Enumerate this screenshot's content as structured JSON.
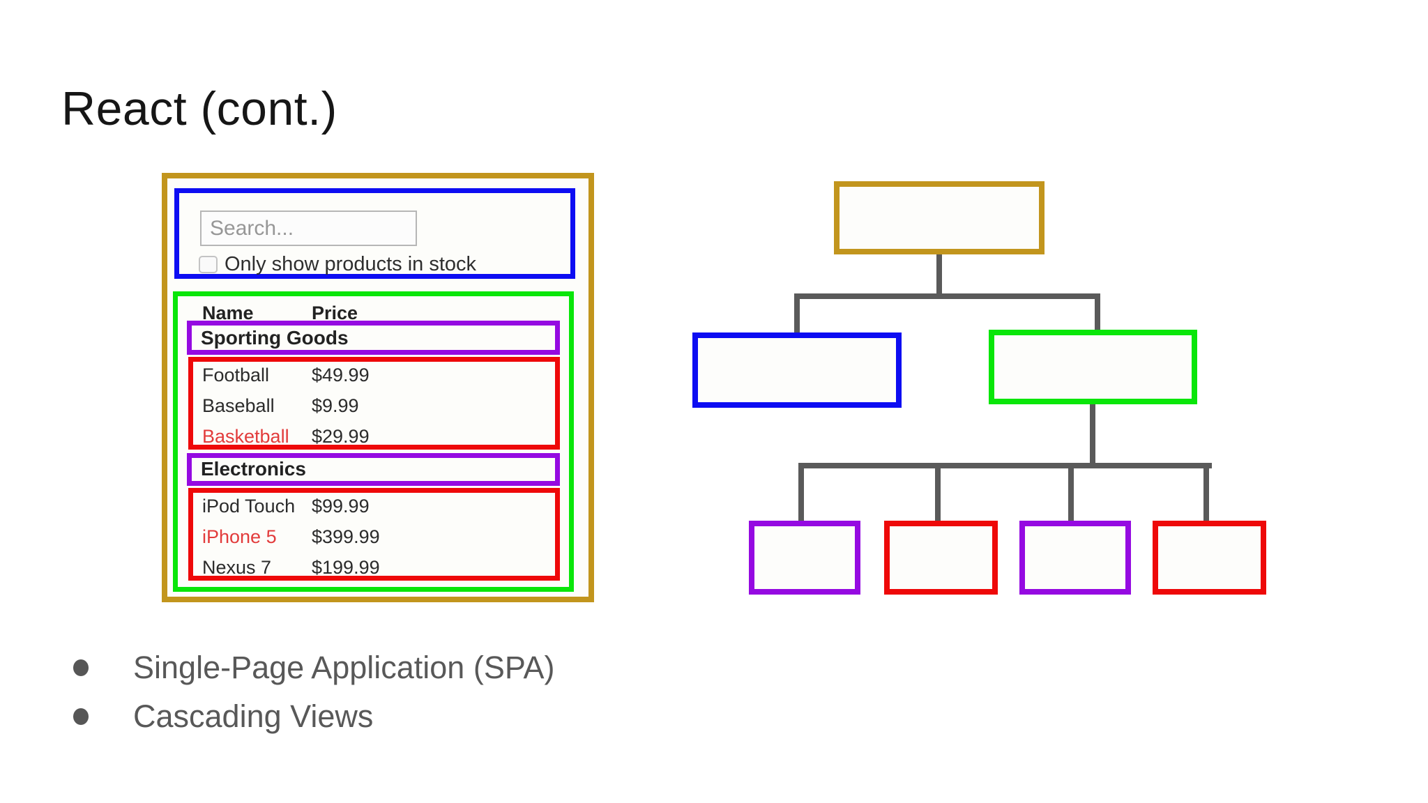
{
  "slide": {
    "title": "React (cont.)",
    "bullets": [
      "Single-Page Application (SPA)",
      "Cascading Views"
    ]
  },
  "mockup": {
    "search": {
      "placeholder": "Search...",
      "checkbox_checked": false,
      "checkbox_label": "Only show products in stock"
    },
    "table": {
      "columns": {
        "name": "Name",
        "price": "Price"
      },
      "sections": [
        {
          "category": "Sporting Goods",
          "rows": [
            {
              "name": "Football",
              "price": "$49.99",
              "out_of_stock": false
            },
            {
              "name": "Baseball",
              "price": "$9.99",
              "out_of_stock": false
            },
            {
              "name": "Basketball",
              "price": "$29.99",
              "out_of_stock": true
            }
          ]
        },
        {
          "category": "Electronics",
          "rows": [
            {
              "name": "iPod Touch",
              "price": "$99.99",
              "out_of_stock": false
            },
            {
              "name": "iPhone 5",
              "price": "$399.99",
              "out_of_stock": true
            },
            {
              "name": "Nexus 7",
              "price": "$199.99",
              "out_of_stock": false
            }
          ]
        }
      ]
    }
  },
  "tree": {
    "root_color": "gold",
    "children_colors": [
      "blue",
      "green"
    ],
    "grandchildren_colors": [
      "purple",
      "red",
      "purple",
      "red"
    ],
    "grandchildren_parent": "green"
  },
  "colors": {
    "gold": "#C2951D",
    "blue": "#0D0DF2",
    "green": "#09E609",
    "purple": "#950AE1",
    "red": "#EE0909",
    "connector_gray": "#5A5A5A",
    "out_of_stock_text": "#E23B3B",
    "bullet_text": "#585858",
    "background": "#FFFFFF"
  }
}
